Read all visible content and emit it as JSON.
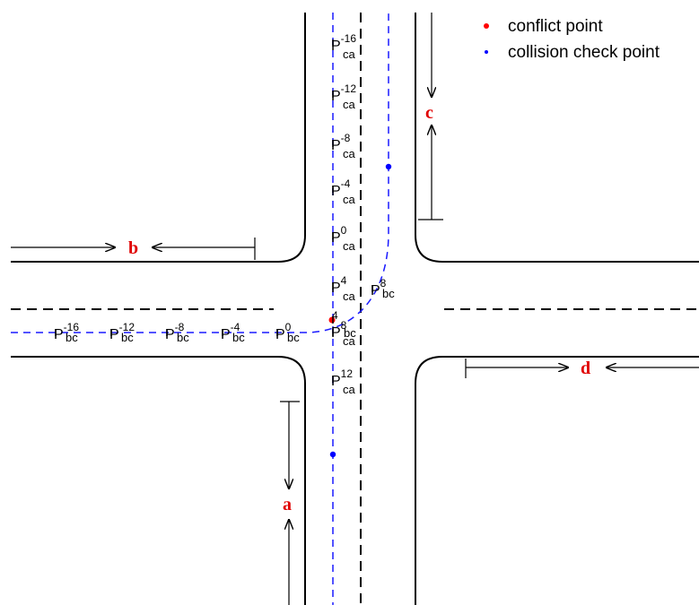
{
  "legend": {
    "items": [
      {
        "label": "conflict point",
        "color": "#ff0000"
      },
      {
        "label": "collision check point",
        "color": "#0000ff"
      }
    ]
  },
  "directions": {
    "a": "a",
    "b": "b",
    "c": "c",
    "d": "d",
    "color": "#e00000"
  },
  "path_color": "#1a1aff",
  "points": {
    "ca": [
      {
        "sup": "-16",
        "sub": "ca"
      },
      {
        "sup": "-12",
        "sub": "ca"
      },
      {
        "sup": "-8",
        "sub": "ca"
      },
      {
        "sup": "-4",
        "sub": "ca"
      },
      {
        "sup": "0",
        "sub": "ca"
      },
      {
        "sup": "4",
        "sub": "ca"
      },
      {
        "sup": "8",
        "sub": "ca"
      },
      {
        "sup": "12",
        "sub": "ca"
      }
    ],
    "bc": [
      {
        "sup": "-16",
        "sub": "bc"
      },
      {
        "sup": "-12",
        "sub": "bc"
      },
      {
        "sup": "-8",
        "sub": "bc"
      },
      {
        "sup": "-4",
        "sub": "bc"
      },
      {
        "sup": "0",
        "sub": "bc"
      },
      {
        "sup": "4",
        "sub": "bc"
      },
      {
        "sup": "8",
        "sub": "bc"
      }
    ]
  }
}
